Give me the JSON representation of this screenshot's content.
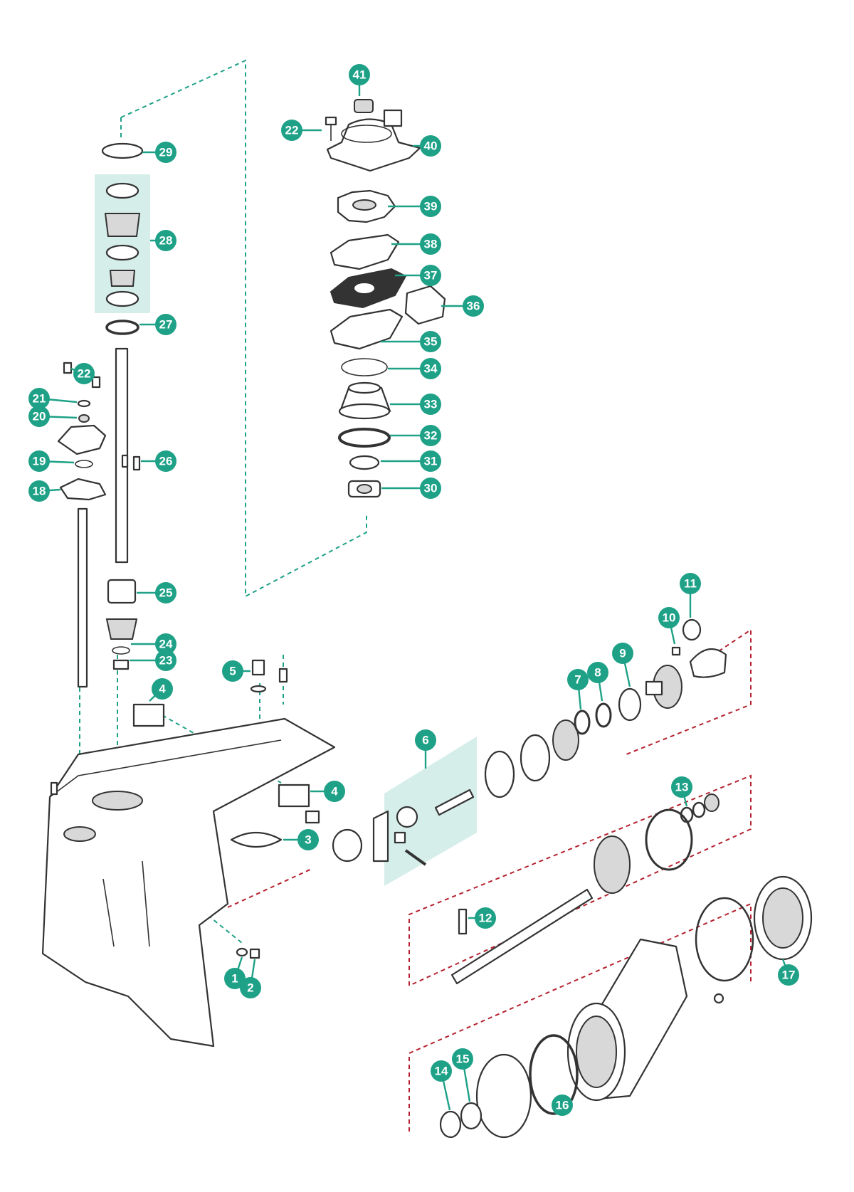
{
  "colors": {
    "accent": "#1ea187",
    "guide_red": "#b5222f",
    "line": "#333333",
    "highlight": "#d5ece6"
  },
  "parts": [
    {
      "id": "41",
      "label": "41"
    },
    {
      "id": "22a",
      "label": "22"
    },
    {
      "id": "40",
      "label": "40"
    },
    {
      "id": "39",
      "label": "39"
    },
    {
      "id": "38",
      "label": "38"
    },
    {
      "id": "37",
      "label": "37"
    },
    {
      "id": "36",
      "label": "36"
    },
    {
      "id": "35",
      "label": "35"
    },
    {
      "id": "34",
      "label": "34"
    },
    {
      "id": "33",
      "label": "33"
    },
    {
      "id": "32",
      "label": "32"
    },
    {
      "id": "31",
      "label": "31"
    },
    {
      "id": "30",
      "label": "30"
    },
    {
      "id": "29",
      "label": "29"
    },
    {
      "id": "28",
      "label": "28"
    },
    {
      "id": "27",
      "label": "27"
    },
    {
      "id": "26",
      "label": "26"
    },
    {
      "id": "25",
      "label": "25"
    },
    {
      "id": "24",
      "label": "24"
    },
    {
      "id": "23",
      "label": "23"
    },
    {
      "id": "22b",
      "label": "22"
    },
    {
      "id": "21",
      "label": "21"
    },
    {
      "id": "20",
      "label": "20"
    },
    {
      "id": "19",
      "label": "19"
    },
    {
      "id": "18",
      "label": "18"
    },
    {
      "id": "11",
      "label": "11"
    },
    {
      "id": "10",
      "label": "10"
    },
    {
      "id": "9",
      "label": "9"
    },
    {
      "id": "8",
      "label": "8"
    },
    {
      "id": "7",
      "label": "7"
    },
    {
      "id": "6",
      "label": "6"
    },
    {
      "id": "5",
      "label": "5"
    },
    {
      "id": "4a",
      "label": "4"
    },
    {
      "id": "4b",
      "label": "4"
    },
    {
      "id": "3",
      "label": "3"
    },
    {
      "id": "13",
      "label": "13"
    },
    {
      "id": "12",
      "label": "12"
    },
    {
      "id": "17",
      "label": "17"
    },
    {
      "id": "16",
      "label": "16"
    },
    {
      "id": "15",
      "label": "15"
    },
    {
      "id": "14",
      "label": "14"
    },
    {
      "id": "1",
      "label": "1"
    },
    {
      "id": "2",
      "label": "2"
    }
  ]
}
